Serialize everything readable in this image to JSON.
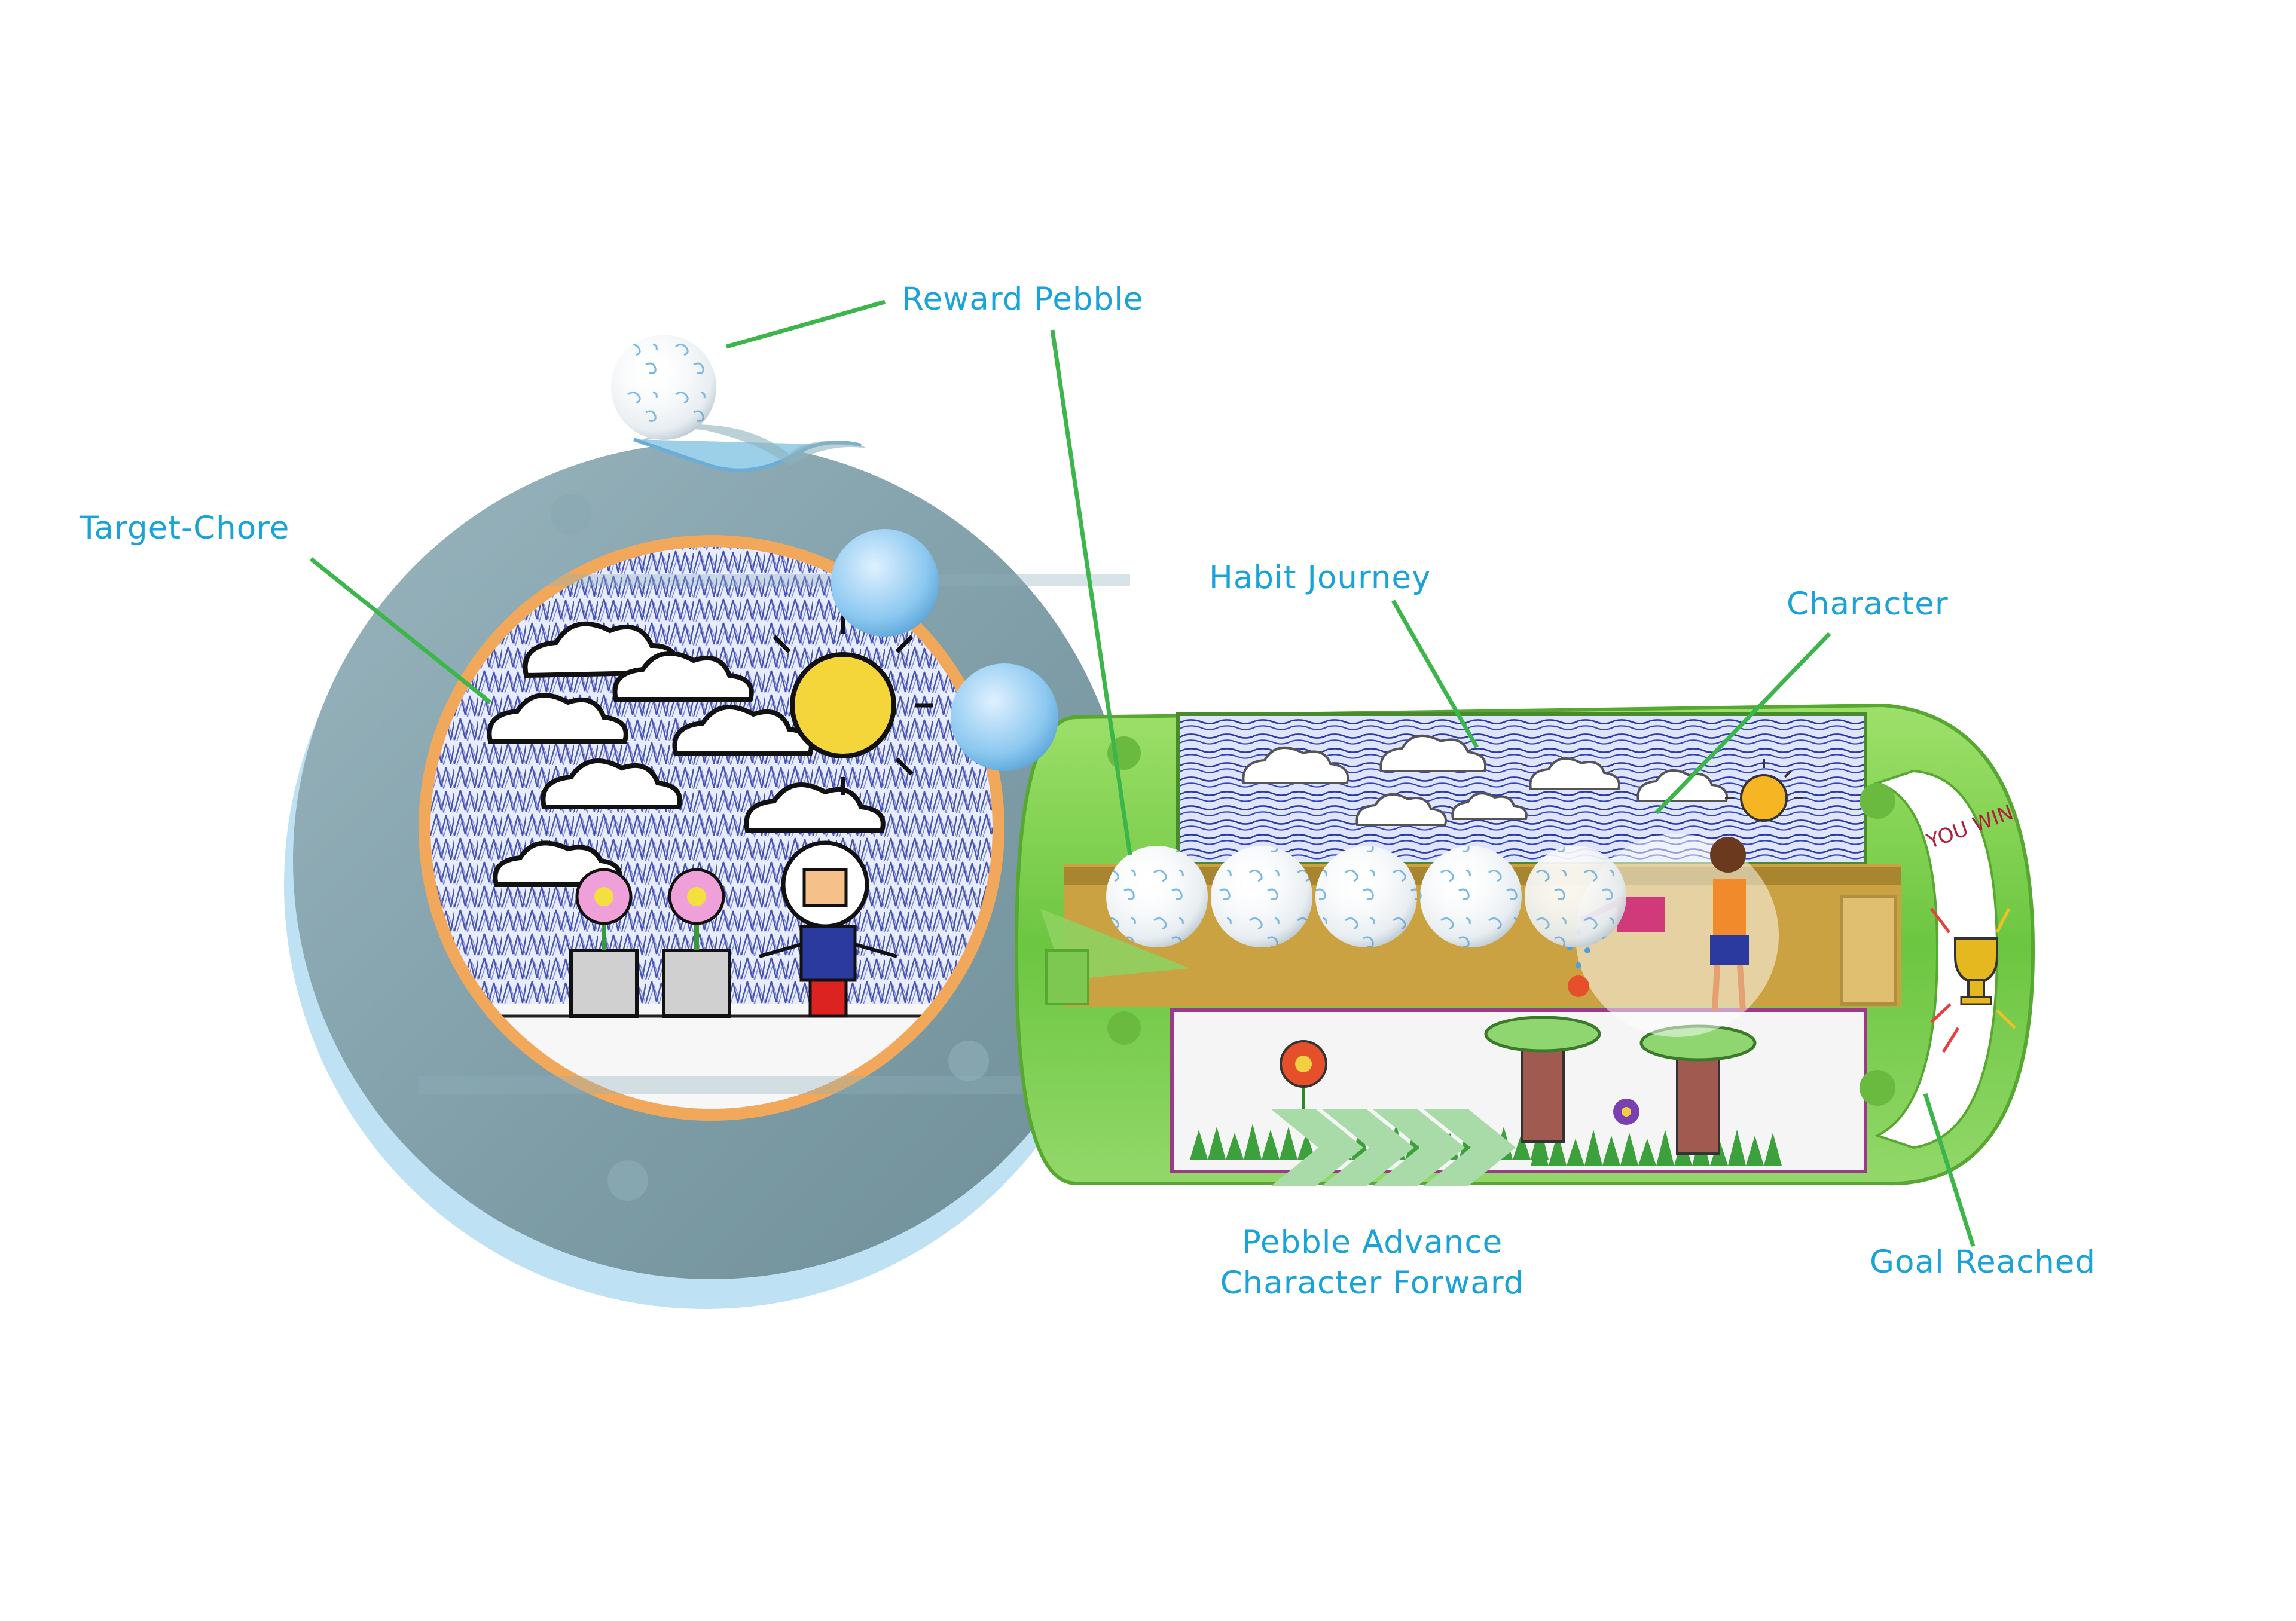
{
  "labels": {
    "reward_pebble": "Reward Pebble",
    "target_chore": "Target-Chore",
    "habit_journey": "Habit Journey",
    "character": "Character",
    "pebble_advance_line1": "Pebble Advance",
    "pebble_advance_line2": "Character Forward",
    "goal_reached": "Goal Reached",
    "you_win": "YOU WIN"
  },
  "colors": {
    "label_text": "#1aa3d9",
    "leader_line": "#3cb54a",
    "dial_body": "#7f9ea8",
    "track_body": "#78c850",
    "sky_scribble": "#2b3a9e",
    "arrows": "#a8dba8",
    "pebble_blue": "#8cc8f0"
  },
  "icons": {
    "arrow": "chevron-right-icon",
    "trophy": "trophy-icon",
    "sun": "sun-icon",
    "flower": "flower-icon",
    "cloud": "cloud-icon"
  }
}
